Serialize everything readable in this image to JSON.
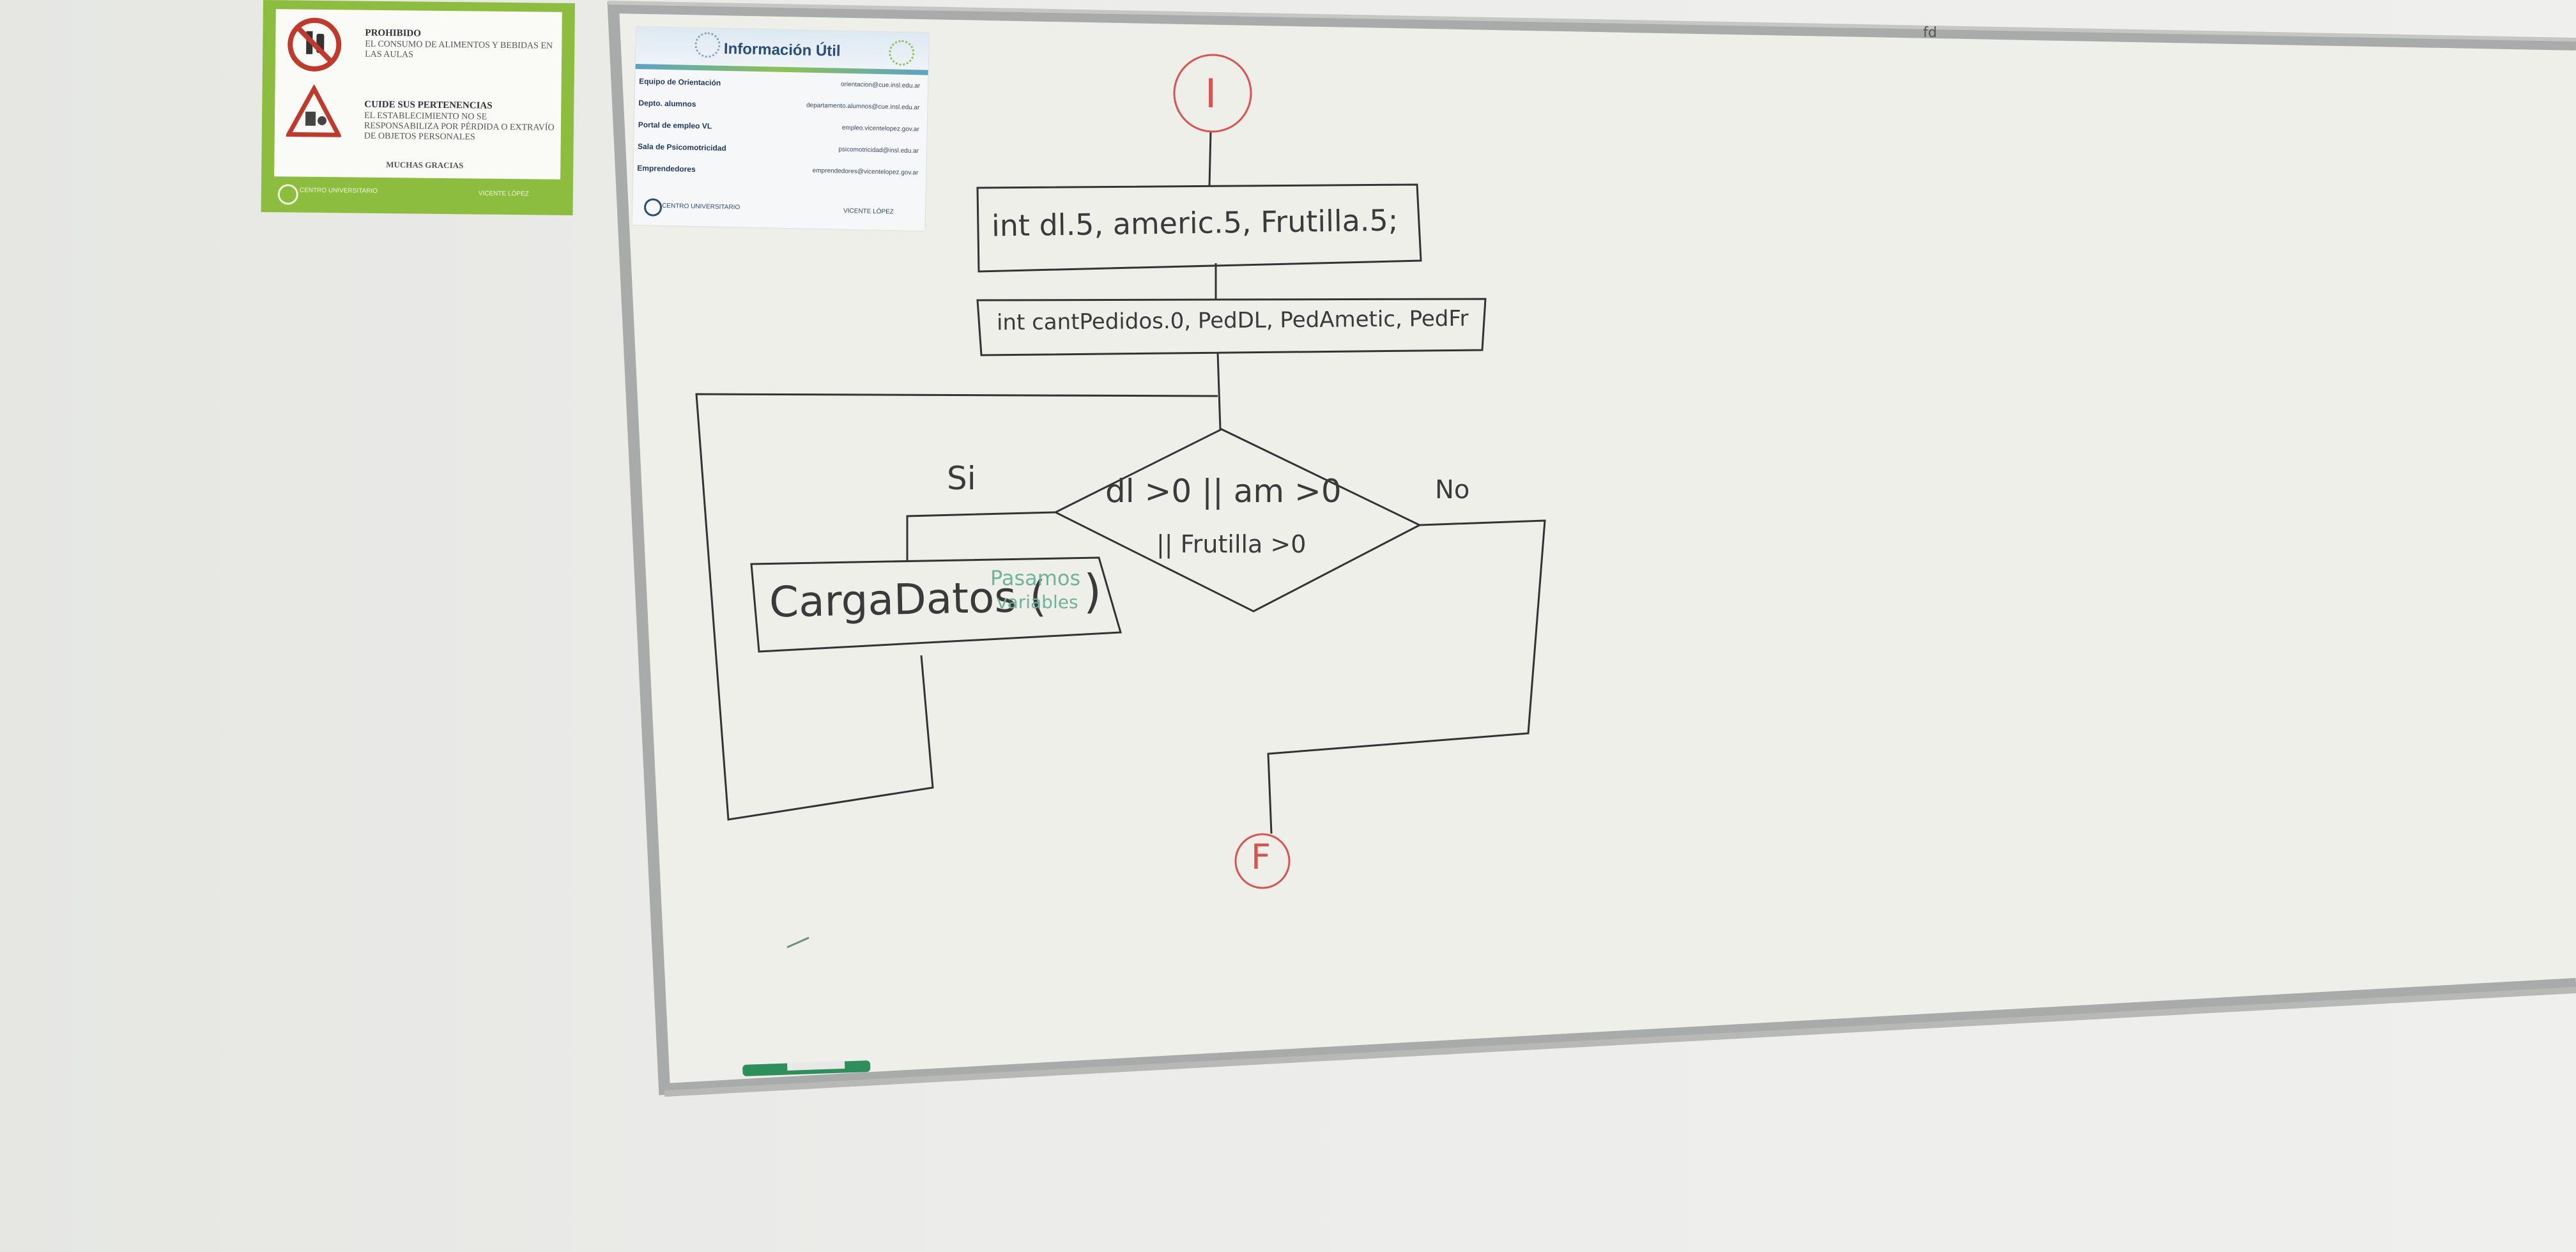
{
  "rules_sign": {
    "rule1_title": "PROHIBIDO",
    "rule1_text": "EL CONSUMO DE ALIMENTOS Y BEBIDAS EN LAS AULAS",
    "rule2_title": "CUIDE SUS PERTENENCIAS",
    "rule2_text": "EL ESTABLECIMIENTO NO SE RESPONSABILIZA POR PÉRDIDA O EXTRAVÍO DE OBJETOS PERSONALES",
    "thanks": "MUCHAS GRACIAS",
    "accent_color": "#8cbd3f"
  },
  "info_sign": {
    "title": "Información Útil",
    "rows": [
      {
        "label": "Equipo de Orientación",
        "value": "orientacion@cue.insl.edu.ar"
      },
      {
        "label": "Depto. alumnos",
        "value": "departamento.alumnos@cue.insl.edu.ar"
      },
      {
        "label": "Portal de empleo VL",
        "value": "empleo.vicentelopez.gov.ar"
      },
      {
        "label": "Sala de Psicomotricidad",
        "value": "psicomotricidad@insl.edu.ar"
      },
      {
        "label": "Emprendedores",
        "value": "emprendedores@vicentelopez.gov.ar"
      }
    ],
    "brand_left": "CENTRO UNIVERSITARIO",
    "brand_right": "VICENTE LÓPEZ",
    "accent_color": "#2a4d78"
  },
  "flowchart": {
    "start": "I",
    "decl1": "int  dl.5,  americ.5,  Frutilla.5;",
    "decl2": "int  cantPedidos.0,  PedDL,  PedAmetic,  PedFr",
    "cond_line1": "dl >0  || am >0",
    "cond_line2": "|| Frutilla >0",
    "yes": "Si",
    "no": "No",
    "process": "CargaDatos (",
    "process_note1": "Pasamos",
    "process_note2": "variables",
    "process_close": ")",
    "end": "F",
    "terminal_color": "#d9534f",
    "note_color": "#6fb39a"
  }
}
